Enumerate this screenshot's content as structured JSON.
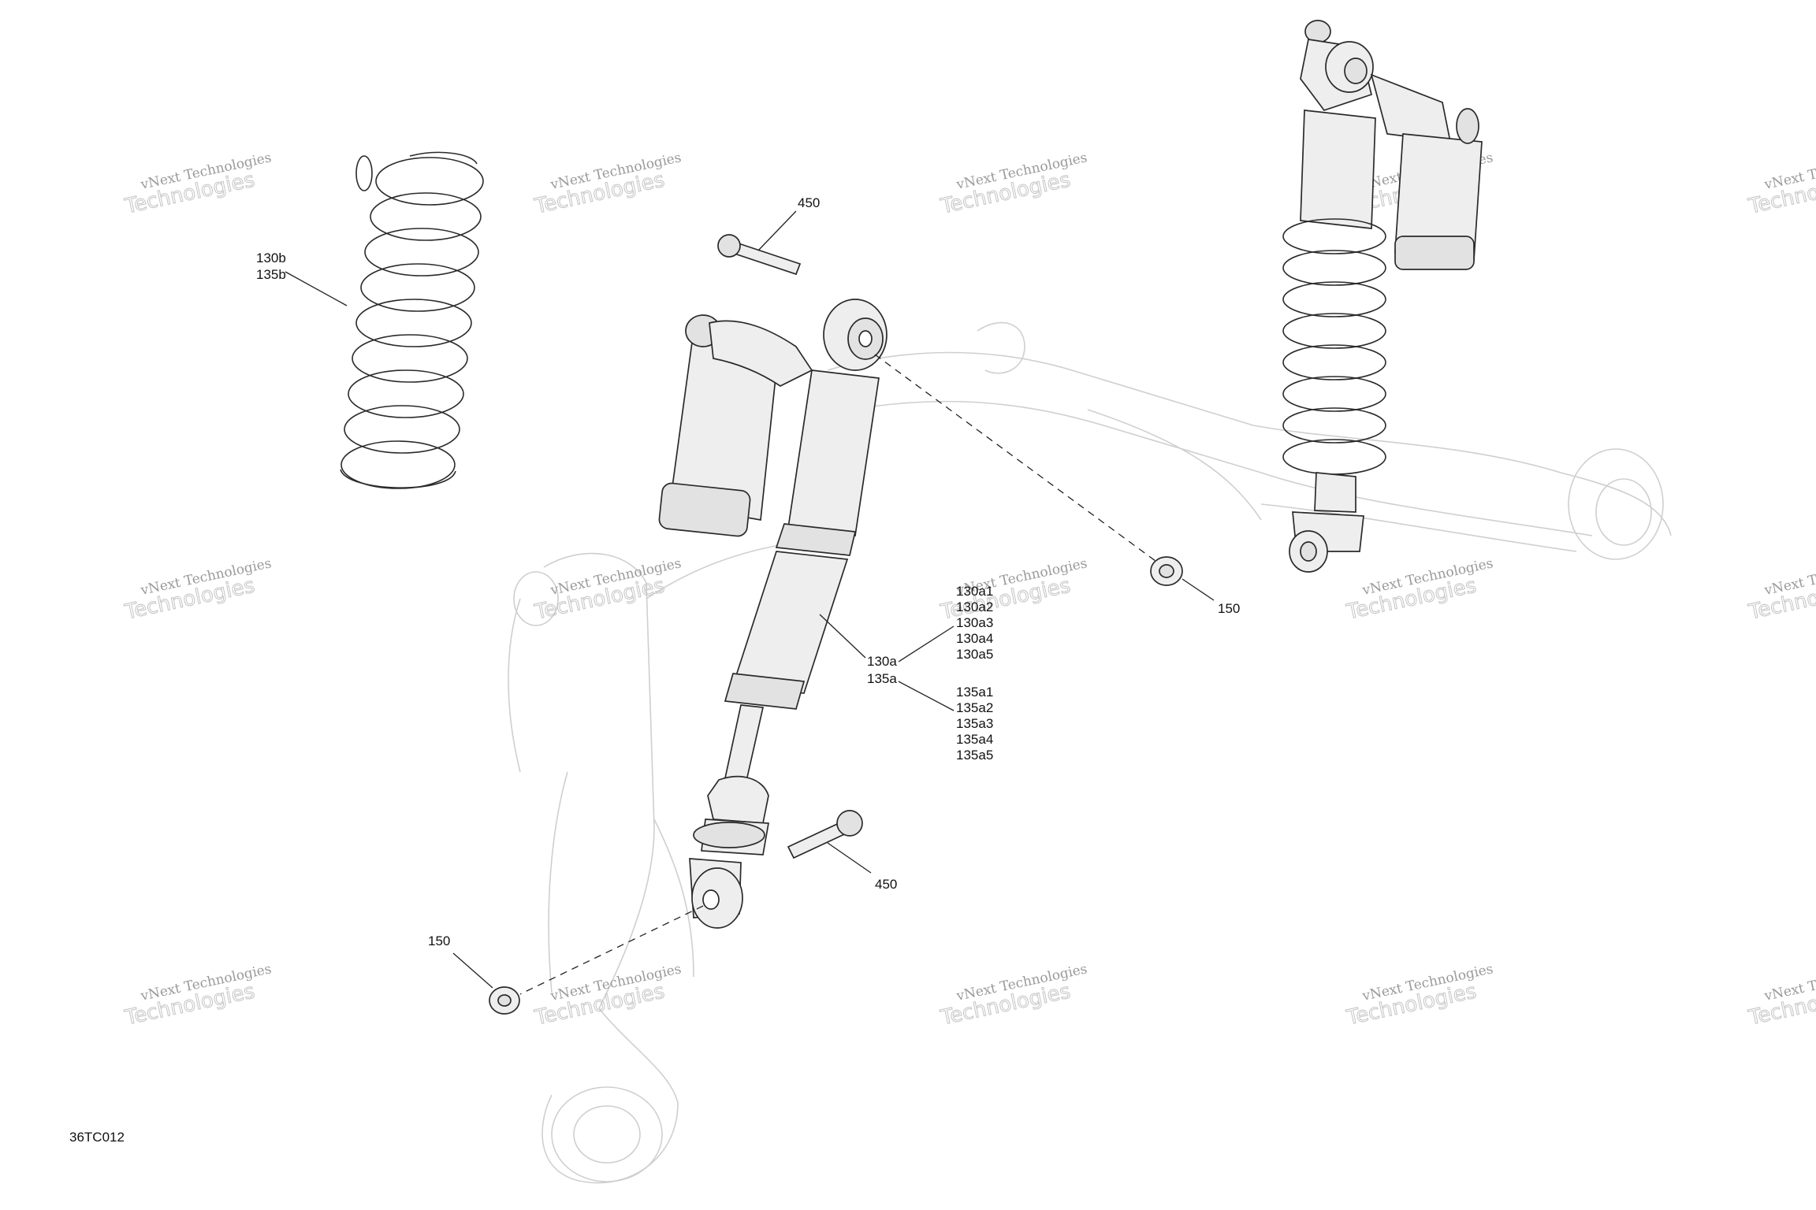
{
  "watermark": {
    "line1": "vNext Technologies",
    "line2": "Technologies"
  },
  "diagram_code": "36TC012",
  "callouts": {
    "spring_a": "130b",
    "spring_b": "135b",
    "bolt_top": "450",
    "bolt_bottom": "450",
    "nut_right": "150",
    "nut_left": "150",
    "shock_a": "130a",
    "shock_b": "135a"
  },
  "variants_130": [
    "130a1",
    "130a2",
    "130a3",
    "130a4",
    "130a5"
  ],
  "variants_135": [
    "135a1",
    "135a2",
    "135a3",
    "135a4",
    "135a5"
  ]
}
